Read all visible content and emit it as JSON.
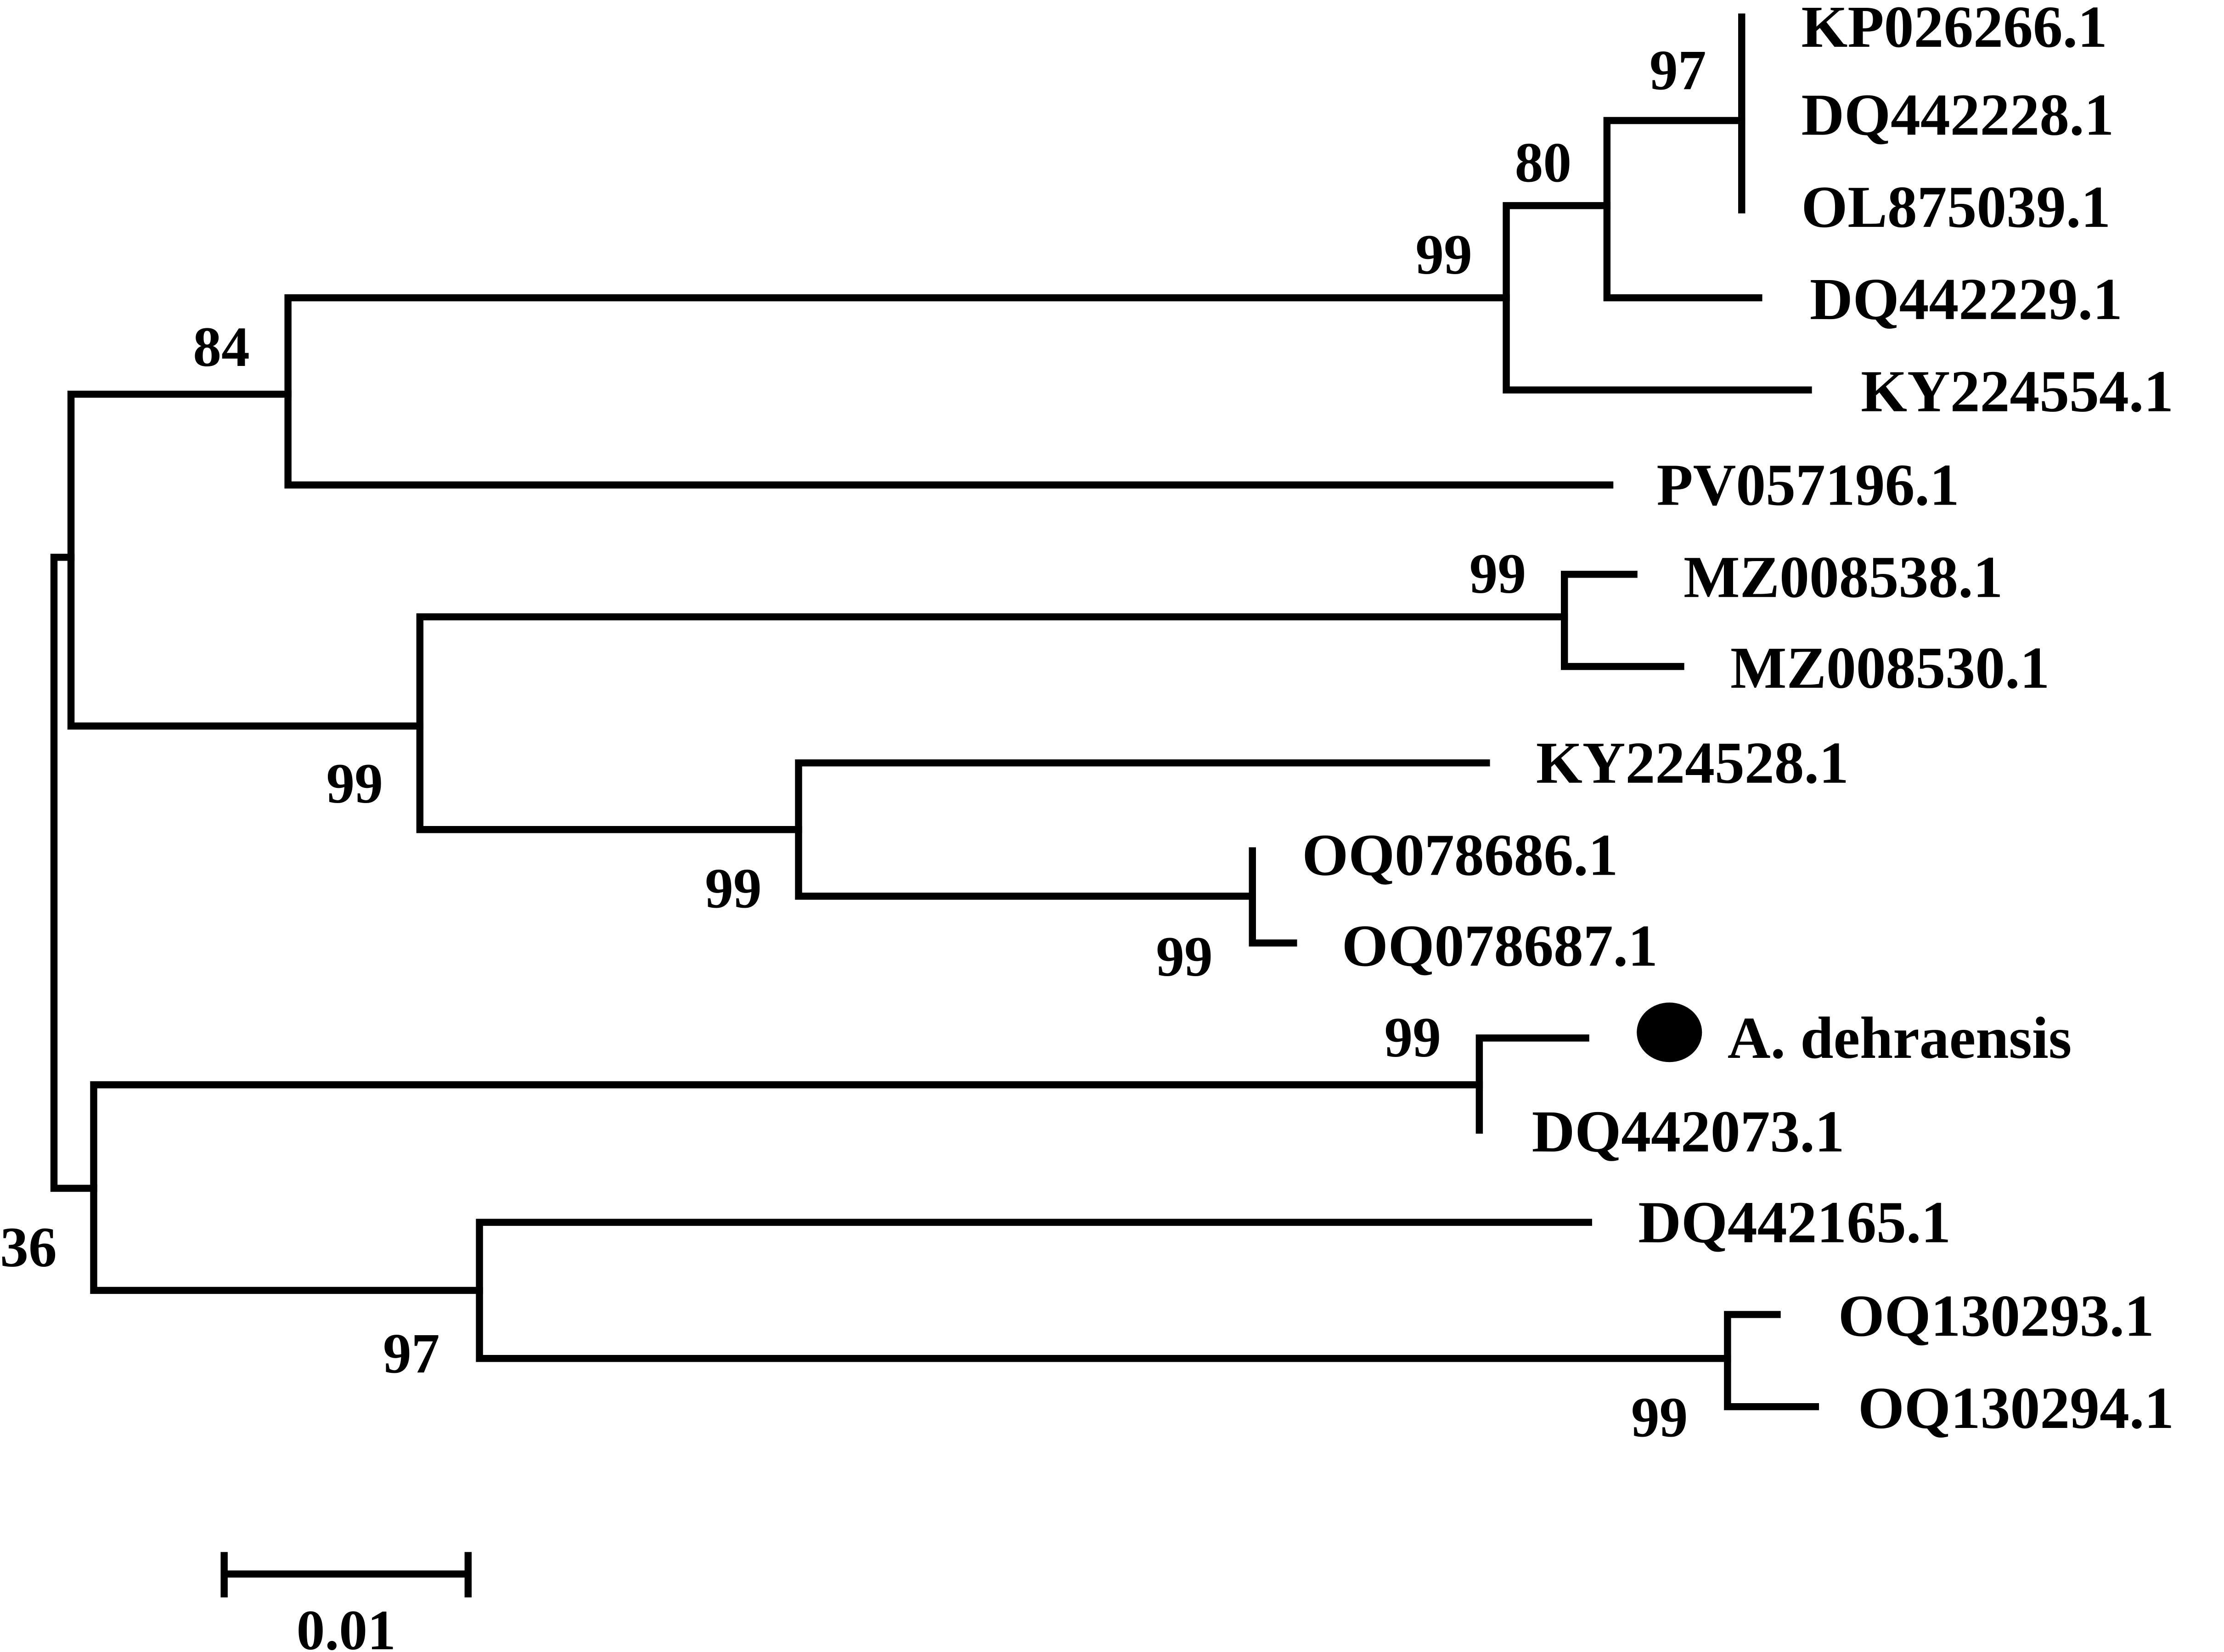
{
  "tree": {
    "leaves": [
      "KP026266.1",
      "DQ442228.1",
      "OL875039.1",
      "DQ442229.1",
      "KY224554.1",
      "PV057196.1",
      "MZ008538.1",
      "MZ008530.1",
      "KY224528.1",
      "OQ078686.1",
      "OQ078687.1",
      "A. dehraensis",
      "DQ442073.1",
      "DQ442165.1",
      "OQ130293.1",
      "OQ130294.1"
    ],
    "highlighted_leaf": "A. dehraensis",
    "highlight_marker": "filled-circle",
    "bootstrap": {
      "root": "36",
      "n84": "84",
      "n99a": "99",
      "n80": "80",
      "n97a": "97",
      "n99b": "99",
      "n99c": "99",
      "n99d": "99",
      "n99e": "99",
      "n99f": "99",
      "n97b": "97",
      "n99g": "99"
    },
    "scale_bar": {
      "label": "0.01",
      "value": 0.01
    }
  }
}
